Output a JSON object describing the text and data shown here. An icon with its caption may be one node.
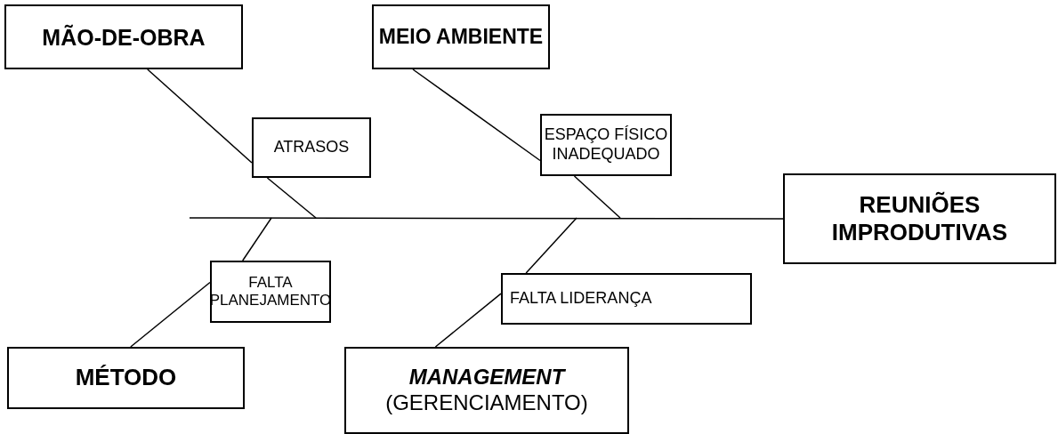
{
  "diagram": {
    "nodes": [
      {
        "text": [
          "MÃO-DE-OBRA"
        ]
      },
      {
        "text": [
          "MEIO AMBIENTE"
        ]
      },
      {
        "text": [
          "ATRASOS"
        ]
      },
      {
        "text": [
          "ESPAÇO FÍSICO INADEQUADO"
        ]
      },
      {
        "text": [
          "REUNIÕES IMPRODUTIVAS"
        ]
      },
      {
        "text": [
          "FALTA PLANEJAMENTO"
        ]
      },
      {
        "text": [
          "MÉTODO"
        ]
      },
      {
        "text": [
          "FALTA LIDERANÇA"
        ]
      },
      {
        "text": [
          "MANAGEMENT",
          "(GERENCIAMENTO)"
        ]
      }
    ],
    "edges": [
      {
        "from": 0,
        "to": 2,
        "arrow": "none"
      },
      {
        "from": 2,
        "to": null,
        "arrow": "none"
      },
      {
        "from": 1,
        "to": 3,
        "arrow": "none"
      },
      {
        "from": 3,
        "to": null,
        "arrow": "none"
      },
      {
        "from": null,
        "to": 4,
        "arrow": "none"
      },
      {
        "from": 6,
        "to": 5,
        "arrow": "none"
      },
      {
        "from": 5,
        "to": null,
        "arrow": "none"
      },
      {
        "from": 8,
        "to": 7,
        "arrow": "none"
      },
      {
        "from": 7,
        "to": null,
        "arrow": "none"
      }
    ]
  }
}
